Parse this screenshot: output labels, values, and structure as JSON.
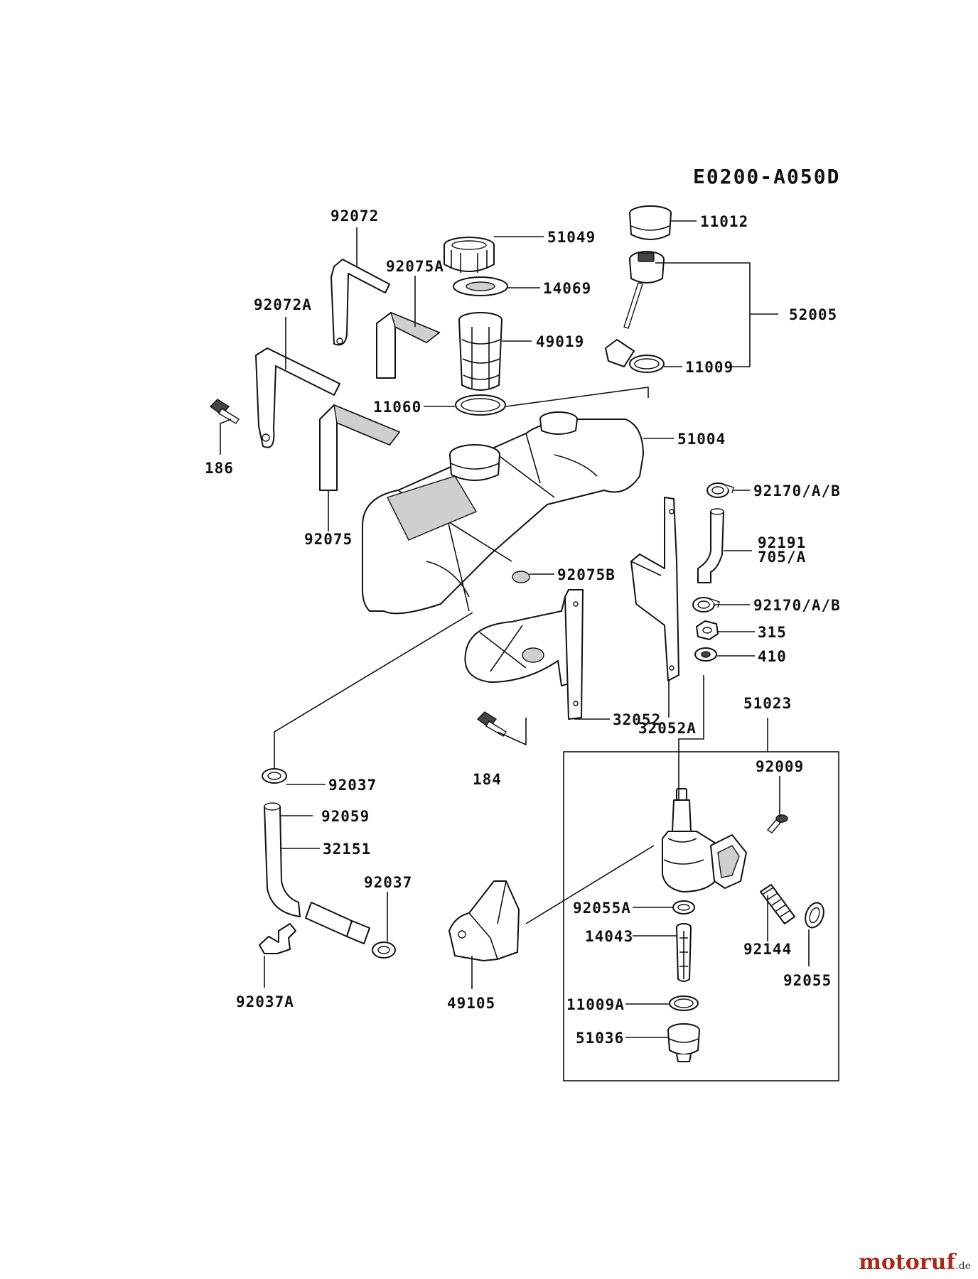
{
  "diagram_code": "E0200-A050D",
  "labels": {
    "p92072": "92072",
    "p51049": "51049",
    "p11012": "11012",
    "p92075A": "92075A",
    "p14069": "14069",
    "p52005": "52005",
    "p92072A": "92072A",
    "p49019": "49019",
    "p11009": "11009",
    "p11060": "11060",
    "p186": "186",
    "p51004": "51004",
    "p92170a": "92170/A/B",
    "p92191": "92191",
    "p705": "705/A",
    "p92075": "92075",
    "p92075B": "92075B",
    "p92170b": "92170/A/B",
    "p315": "315",
    "p410": "410",
    "p32052A": "32052A",
    "p51023": "51023",
    "p32052": "32052",
    "p92009": "92009",
    "p184": "184",
    "p92037a": "92037",
    "p92059": "92059",
    "p32151": "32151",
    "p92037b": "92037",
    "p92055A": "92055A",
    "p14043": "14043",
    "p92144": "92144",
    "p92055": "92055",
    "p11009A": "11009A",
    "p92037A": "92037A",
    "p49105": "49105",
    "p51036": "51036"
  },
  "watermark": {
    "brand": "motoruf",
    "tld": ".de"
  }
}
